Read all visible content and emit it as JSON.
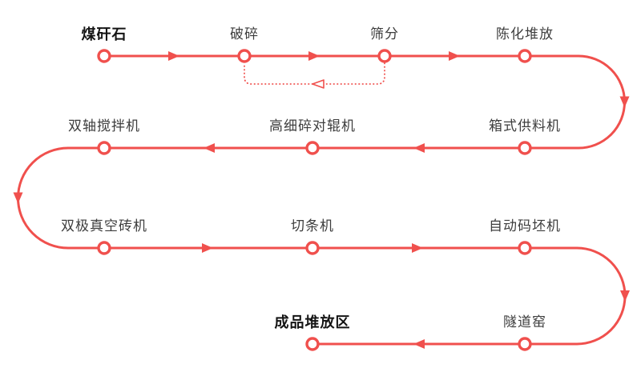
{
  "diagram": {
    "type": "process-flowchart",
    "accent_color": "#f0504d",
    "label_color": "#3d3d3d",
    "emphasis_color": "#141414",
    "nodes": [
      {
        "label": "煤矸石",
        "emphasis": true
      },
      {
        "label": "破碎",
        "emphasis": false
      },
      {
        "label": "筛分",
        "emphasis": false
      },
      {
        "label": "陈化堆放",
        "emphasis": false
      },
      {
        "label": "箱式供料机",
        "emphasis": false
      },
      {
        "label": "高细碎对辊机",
        "emphasis": false
      },
      {
        "label": "双轴搅拌机",
        "emphasis": false
      },
      {
        "label": "双极真空砖机",
        "emphasis": false
      },
      {
        "label": "切条机",
        "emphasis": false
      },
      {
        "label": "自动码坯机",
        "emphasis": false
      },
      {
        "label": "隧道窑",
        "emphasis": false
      },
      {
        "label": "成品堆放区",
        "emphasis": true
      }
    ],
    "flow_sequence": [
      "煤矸石",
      "破碎",
      "筛分",
      "陈化堆放",
      "箱式供料机",
      "高细碎对辊机",
      "双轴搅拌机",
      "双极真空砖机",
      "切条机",
      "自动码坯机",
      "隧道窑",
      "成品堆放区"
    ],
    "recycle_loop": {
      "from": "筛分",
      "to": "破碎",
      "style": "dotted"
    }
  }
}
